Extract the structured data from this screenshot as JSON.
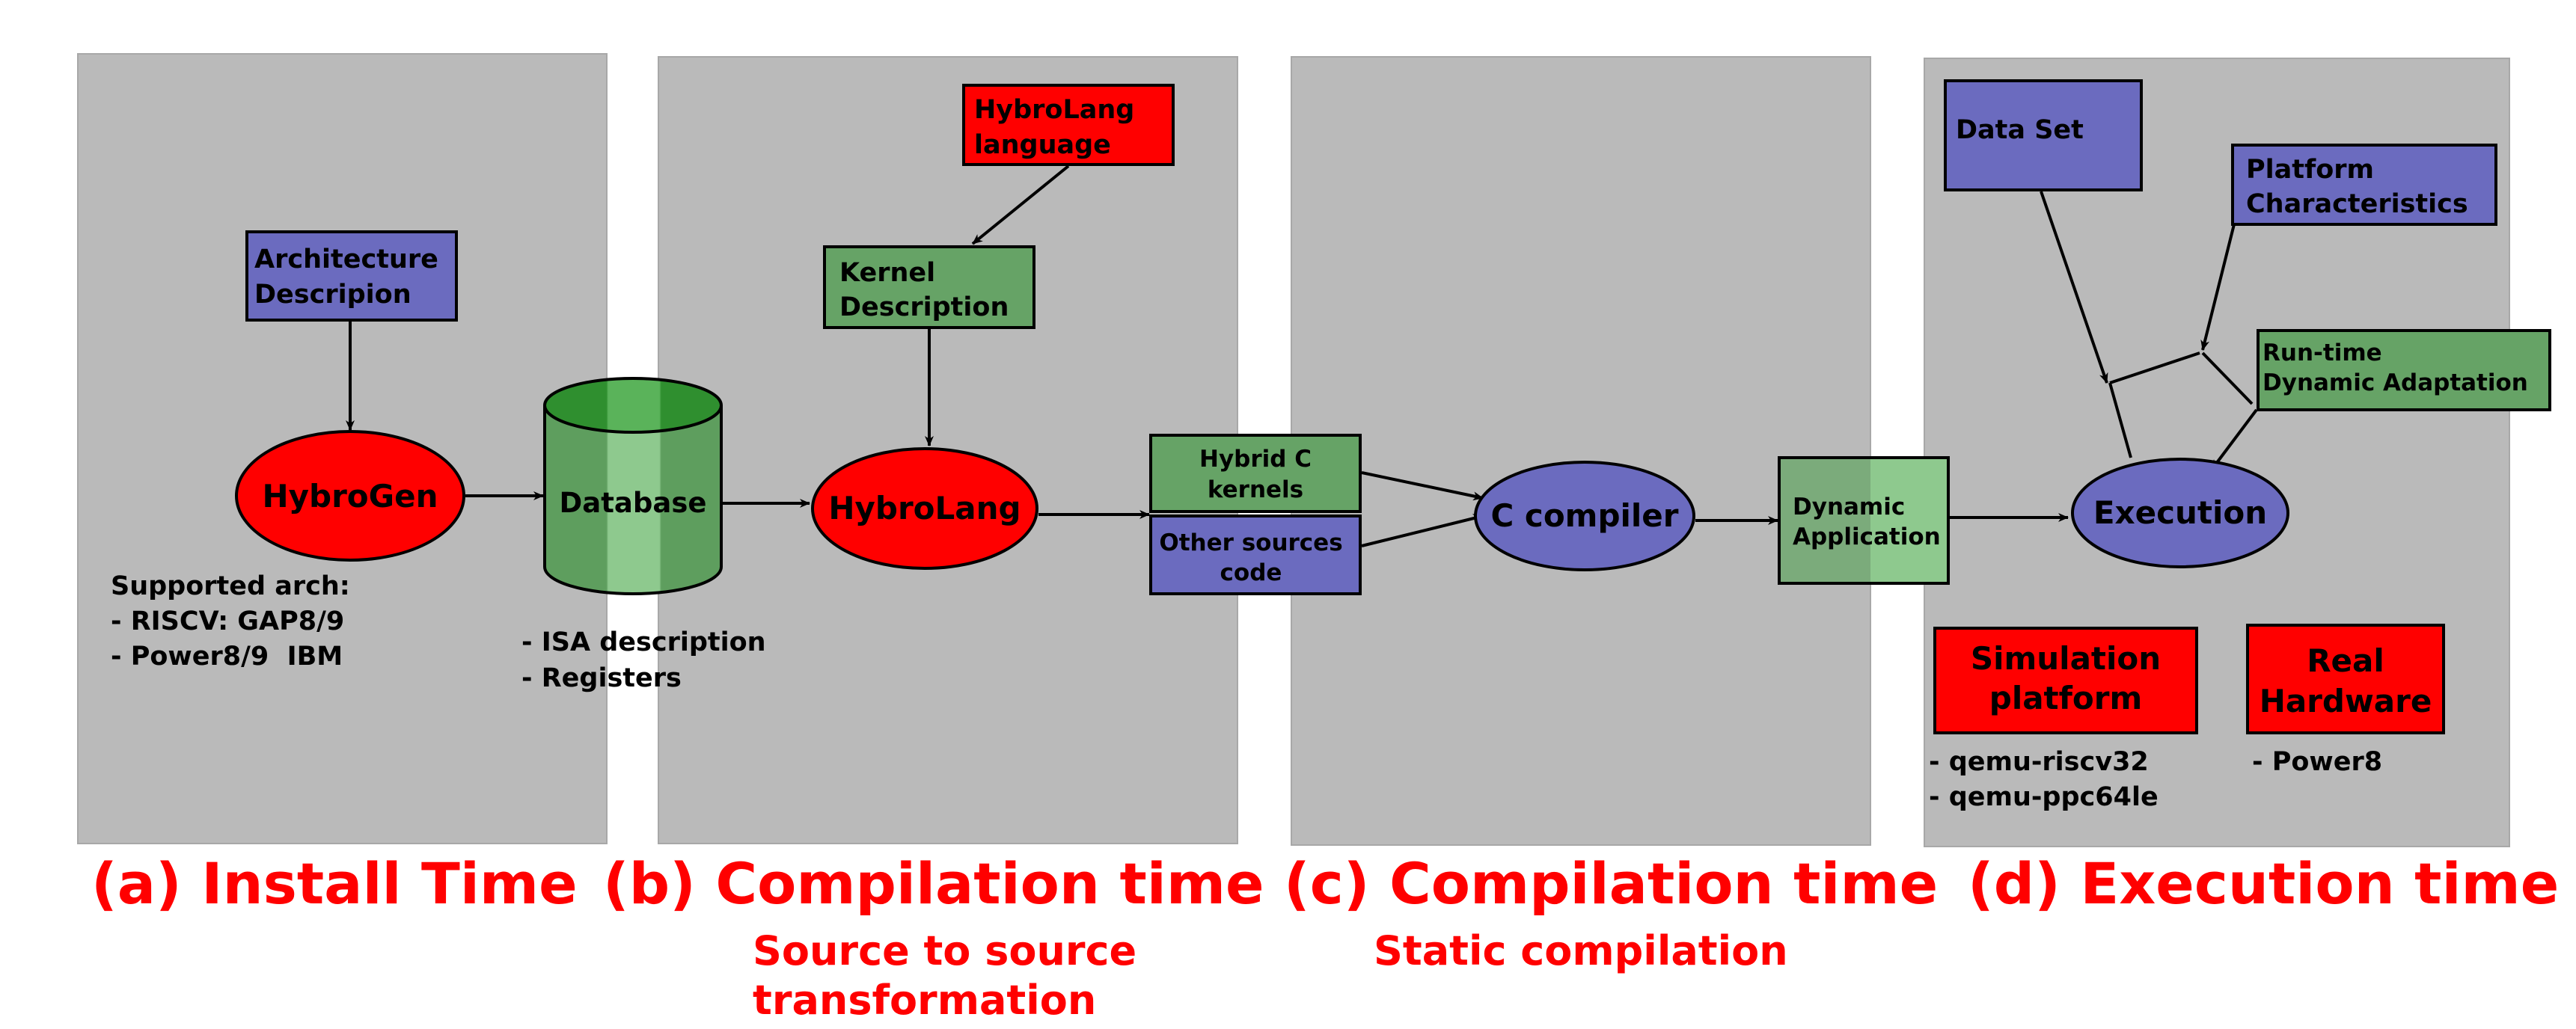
{
  "panels": {
    "install": {
      "caption": "(a) Install Time",
      "arch_desc": [
        "Architecture",
        "Descripion"
      ],
      "hybrogen": "HybroGen",
      "supported": [
        "Supported arch:",
        "- RISCV: GAP8/9",
        "- Power8/9  IBM"
      ]
    },
    "database": {
      "label": "Database",
      "notes": [
        "- ISA description",
        "- Registers"
      ]
    },
    "compile_s2s": {
      "caption": "(b) Compilation time",
      "subcaption": [
        "Source to source",
        "transformation"
      ],
      "language": [
        "HybroLang",
        "language"
      ],
      "kernel_desc": [
        "Kernel",
        "Description"
      ],
      "hybrolang": "HybroLang",
      "hybrid_kernels": [
        "Hybrid C",
        "kernels"
      ],
      "other_sources": [
        "Other sources",
        "code"
      ]
    },
    "compile_static": {
      "caption": "(c) Compilation time",
      "subcaption": "Static compilation",
      "compiler": "C compiler",
      "dynamic_app": [
        "Dynamic",
        "Application"
      ]
    },
    "execution": {
      "caption": "(d) Execution time",
      "data_set": "Data Set",
      "platform": [
        "Platform",
        "Characteristics"
      ],
      "runtime": [
        "Run-time",
        "Dynamic Adaptation"
      ],
      "execution": "Execution",
      "simulation": [
        "Simulation",
        "platform"
      ],
      "simulation_items": [
        "- qemu-riscv32",
        "- qemu-ppc64le"
      ],
      "hardware": [
        "Real",
        "Hardware"
      ],
      "hardware_items": [
        "- Power8"
      ]
    }
  },
  "colors": {
    "panel": "#bababa",
    "red": "#ff0000",
    "blue": "#6b6bbf",
    "green": "#66a366",
    "caption": "#ff0000"
  }
}
